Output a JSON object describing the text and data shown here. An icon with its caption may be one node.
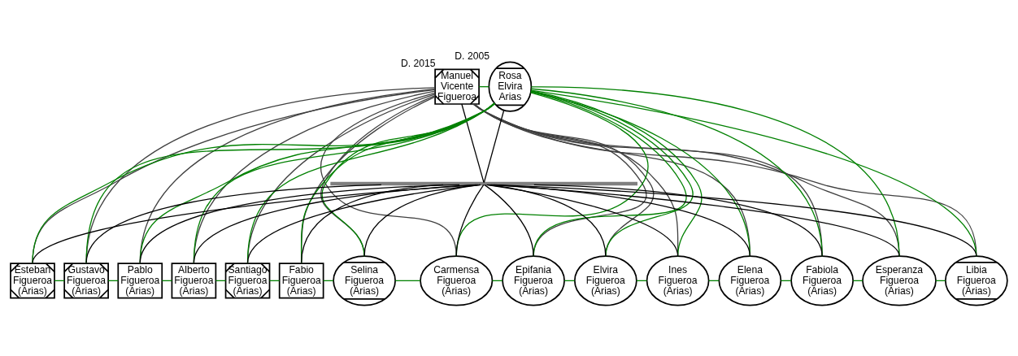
{
  "diagram": {
    "nodes": [
      {
        "text": [
          "Manuel Vicente Figueroa"
        ],
        "beside": [
          "D. 2015"
        ]
      },
      {
        "text": [
          "Rosa Elvira Arias"
        ],
        "beside": [
          "D. 2005"
        ]
      },
      {
        "text": [],
        "shape": "bar"
      },
      {
        "text": [
          "Esteban Figueroa (Arias)"
        ]
      },
      {
        "text": [
          "Gustavo Figueroa (Arias)"
        ]
      },
      {
        "text": [
          "Pablo Figueroa (Arias)"
        ]
      },
      {
        "text": [
          "Alberto Figueroa (Arias)"
        ]
      },
      {
        "text": [
          "Santiago Figueroa (Arias)"
        ]
      },
      {
        "text": [
          "Fabio Figueroa (Arias)"
        ]
      },
      {
        "text": [
          "Selina Figueroa (Arias)"
        ]
      },
      {
        "text": [
          "Carmensa Figueroa (Arias)"
        ]
      },
      {
        "text": [
          "Epifania Figueroa (Arias)"
        ]
      },
      {
        "text": [
          "Elvira Figueroa (Arias)"
        ]
      },
      {
        "text": [
          "Ines Figueroa (Arias)"
        ]
      },
      {
        "text": [
          "Elena Figueroa (Arias)"
        ]
      },
      {
        "text": [
          "Fabiola Figueroa (Arias)"
        ]
      },
      {
        "text": [
          "Esperanza Figueroa (Arias)"
        ]
      },
      {
        "text": [
          "Libia Figueroa (Arias)"
        ]
      }
    ],
    "edges": [
      {
        "from": 0,
        "to": 1,
        "arrow": "none",
        "color": "#008000"
      },
      {
        "from": 0,
        "to": 2,
        "arrow": "none",
        "color": "#000000"
      },
      {
        "from": 1,
        "to": 2,
        "arrow": "none",
        "color": "#000000"
      },
      {
        "from": 2,
        "to": 3,
        "arrow": "none",
        "color": "#000000"
      },
      {
        "from": 2,
        "to": 4,
        "arrow": "none",
        "color": "#000000"
      },
      {
        "from": 2,
        "to": 5,
        "arrow": "none",
        "color": "#000000"
      },
      {
        "from": 2,
        "to": 6,
        "arrow": "none",
        "color": "#000000"
      },
      {
        "from": 2,
        "to": 7,
        "arrow": "none",
        "color": "#000000"
      },
      {
        "from": 2,
        "to": 8,
        "arrow": "none",
        "color": "#000000"
      },
      {
        "from": 2,
        "to": 9,
        "arrow": "none",
        "color": "#000000"
      },
      {
        "from": 2,
        "to": 10,
        "arrow": "none",
        "color": "#000000"
      },
      {
        "from": 2,
        "to": 11,
        "arrow": "none",
        "color": "#000000"
      },
      {
        "from": 2,
        "to": 12,
        "arrow": "none",
        "color": "#000000"
      },
      {
        "from": 2,
        "to": 13,
        "arrow": "none",
        "color": "#000000"
      },
      {
        "from": 2,
        "to": 14,
        "arrow": "none",
        "color": "#000000"
      },
      {
        "from": 2,
        "to": 15,
        "arrow": "none",
        "color": "#000000"
      },
      {
        "from": 2,
        "to": 16,
        "arrow": "none",
        "color": "#000000"
      },
      {
        "from": 2,
        "to": 17,
        "arrow": "none",
        "color": "#000000"
      },
      {
        "from": 0,
        "to": 3,
        "arrow": "none"
      },
      {
        "from": 0,
        "to": 4,
        "arrow": "none"
      },
      {
        "from": 0,
        "to": 5,
        "arrow": "none"
      },
      {
        "from": 0,
        "to": 6,
        "arrow": "none"
      },
      {
        "from": 0,
        "to": 7,
        "arrow": "none"
      },
      {
        "from": 0,
        "to": 8,
        "arrow": "none"
      },
      {
        "from": 0,
        "to": 9,
        "arrow": "none"
      },
      {
        "from": 0,
        "to": 10,
        "arrow": "none"
      },
      {
        "from": 0,
        "to": 11,
        "arrow": "none"
      },
      {
        "from": 0,
        "to": 12,
        "arrow": "none"
      },
      {
        "from": 0,
        "to": 13,
        "arrow": "none"
      },
      {
        "from": 0,
        "to": 14,
        "arrow": "none"
      },
      {
        "from": 0,
        "to": 15,
        "arrow": "none"
      },
      {
        "from": 0,
        "to": 16,
        "arrow": "none"
      },
      {
        "from": 0,
        "to": 17,
        "arrow": "none"
      },
      {
        "from": 1,
        "to": 3,
        "arrow": "none",
        "color": "#008000"
      },
      {
        "from": 1,
        "to": 4,
        "arrow": "none",
        "color": "#008000"
      },
      {
        "from": 1,
        "to": 5,
        "arrow": "none",
        "color": "#008000"
      },
      {
        "from": 1,
        "to": 6,
        "arrow": "none",
        "color": "#008000"
      },
      {
        "from": 1,
        "to": 7,
        "arrow": "none",
        "color": "#008000"
      },
      {
        "from": 1,
        "to": 8,
        "arrow": "none",
        "color": "#008000"
      },
      {
        "from": 1,
        "to": 9,
        "arrow": "none",
        "color": "#008000"
      },
      {
        "from": 1,
        "to": 10,
        "arrow": "none",
        "color": "#008000"
      },
      {
        "from": 1,
        "to": 11,
        "arrow": "none",
        "color": "#008000"
      },
      {
        "from": 1,
        "to": 12,
        "arrow": "none",
        "color": "#008000"
      },
      {
        "from": 1,
        "to": 13,
        "arrow": "none",
        "color": "#008000"
      },
      {
        "from": 1,
        "to": 14,
        "arrow": "none",
        "color": "#008000"
      },
      {
        "from": 1,
        "to": 15,
        "arrow": "none",
        "color": "#008000"
      },
      {
        "from": 1,
        "to": 16,
        "arrow": "none",
        "color": "#008000"
      },
      {
        "from": 1,
        "to": 17,
        "arrow": "none",
        "color": "#008000"
      },
      {
        "from": 3,
        "to": 4,
        "arrow": "none",
        "color": "#008000"
      },
      {
        "from": 4,
        "to": 5,
        "arrow": "none",
        "color": "#008000"
      },
      {
        "from": 5,
        "to": 6,
        "arrow": "none",
        "color": "#008000"
      },
      {
        "from": 6,
        "to": 7,
        "arrow": "none",
        "color": "#008000"
      },
      {
        "from": 7,
        "to": 8,
        "arrow": "none",
        "color": "#008000"
      },
      {
        "from": 8,
        "to": 9,
        "arrow": "none",
        "color": "#008000"
      },
      {
        "from": 9,
        "to": 10,
        "arrow": "none",
        "color": "#008000"
      },
      {
        "from": 10,
        "to": 11,
        "arrow": "none",
        "color": "#008000"
      },
      {
        "from": 11,
        "to": 12,
        "arrow": "none",
        "color": "#008000"
      },
      {
        "from": 12,
        "to": 13,
        "arrow": "none",
        "color": "#008000"
      },
      {
        "from": 13,
        "to": 14,
        "arrow": "none",
        "color": "#008000"
      },
      {
        "from": 14,
        "to": 15,
        "arrow": "none",
        "color": "#008000"
      },
      {
        "from": 15,
        "to": 16,
        "arrow": "none",
        "color": "#008000"
      },
      {
        "from": 16,
        "to": 17,
        "arrow": "none",
        "color": "#008000"
      }
    ]
  }
}
